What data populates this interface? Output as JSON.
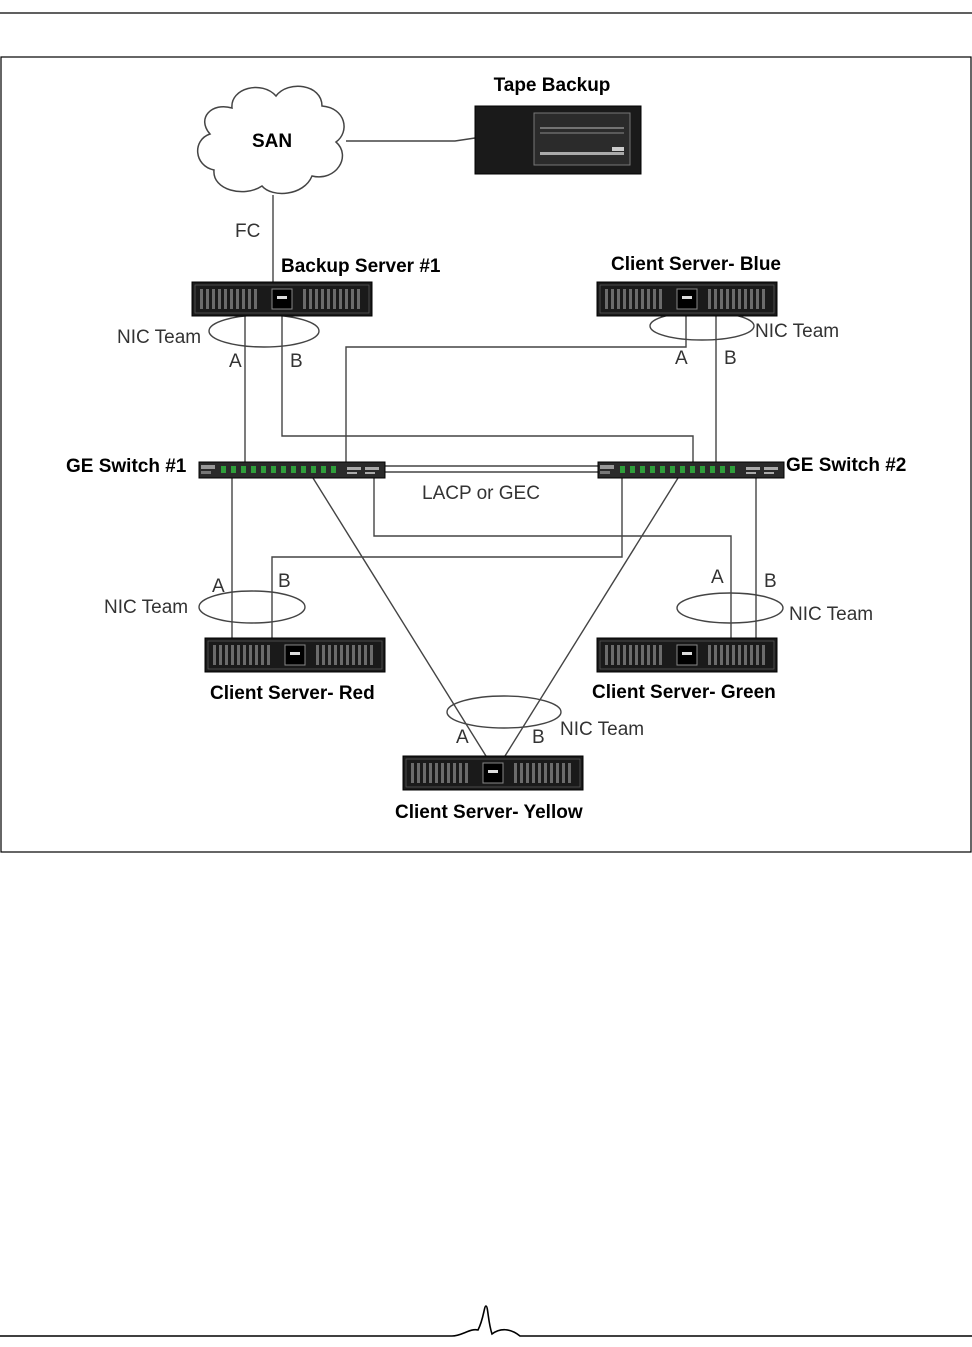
{
  "diagram": {
    "san_label": "SAN",
    "tape_label": "Tape Backup",
    "fc_label": "FC",
    "backup_server_label": "Backup Server #1",
    "client_blue_label": "Client Server- Blue",
    "client_red_label": "Client Server- Red",
    "client_green_label": "Client Server- Green",
    "client_yellow_label": "Client Server- Yellow",
    "switch1_label": "GE Switch #1",
    "switch2_label": "GE Switch #2",
    "trunk_label": "LACP or GEC",
    "nic_team_label": "NIC Team",
    "port_a": "A",
    "port_b": "B"
  },
  "colors": {
    "line": "#444444",
    "server_body": "#1a1a1a",
    "switch_port": "#2e9e3a"
  },
  "icons": {
    "san": "cloud-icon",
    "tape": "tape-library-icon",
    "server": "rack-server-icon",
    "switch": "network-switch-icon"
  }
}
